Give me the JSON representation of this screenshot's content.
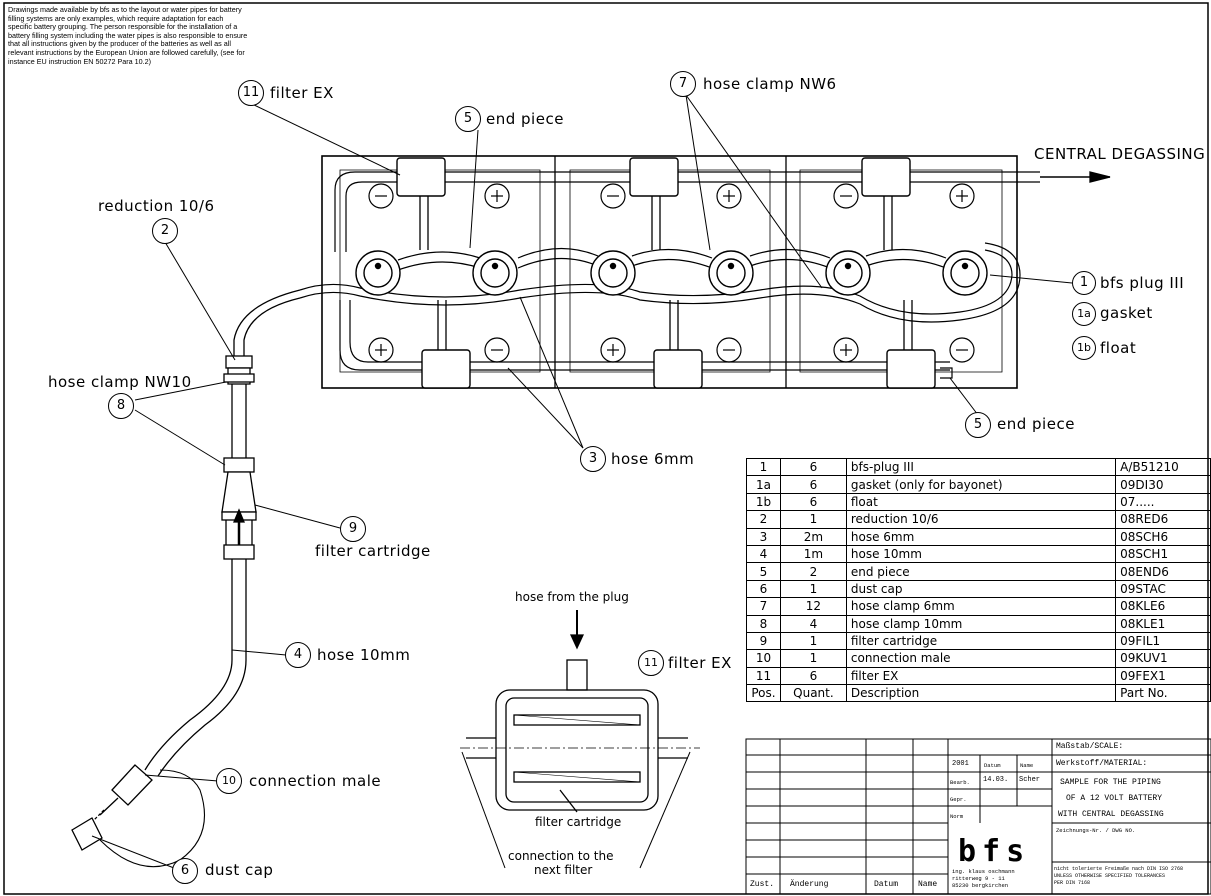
{
  "note": "Drawings made available by bfs as to the layout or water pipes for battery filling systems are only examples, which require adaptation for each specific battery grouping. The person responsible for the installation of a battery filling system including the water pipes is also responsible to ensure that all instructions given by the producer of the batteries as well as all relevant instructions by the European Union are followed carefully, (see for instance EU instruction EN 50272 Para 10.2)",
  "labels": {
    "filter_ex": "filter EX",
    "end_piece_top": "end piece",
    "hose_clamp_nw6": "hose clamp NW6",
    "central_degassing": "CENTRAL DEGASSING",
    "reduction": "reduction 10/6",
    "bfs_plug": "bfs plug III",
    "gasket": "gasket",
    "float": "float",
    "hose_clamp_nw10": "hose clamp NW10",
    "end_piece_bottom": "end piece",
    "hose_6mm": "hose 6mm",
    "filter_cartridge": "filter cartridge",
    "hose_10mm": "hose 10mm",
    "connection_male": "connection male",
    "dust_cap": "dust cap",
    "hose_from_plug": "hose from the plug",
    "filter_ex_detail": "filter EX",
    "filter_cartridge_detail": "filter cartridge",
    "connection_next": "connection to the",
    "next_filter": "next filter"
  },
  "numbers": {
    "n11": "11",
    "n5": "5",
    "n7": "7",
    "n2": "2",
    "n1": "1",
    "n1a": "1a",
    "n1b": "1b",
    "n8": "8",
    "n5b": "5",
    "n3": "3",
    "n9": "9",
    "n4": "4",
    "n10": "10",
    "n6": "6",
    "n11b": "11"
  },
  "parts": [
    {
      "pos": "1",
      "qty": "6",
      "desc": "bfs-plug III",
      "part": "A/B51210"
    },
    {
      "pos": "1a",
      "qty": "6",
      "desc": "gasket (only for bayonet)",
      "part": "09DI30"
    },
    {
      "pos": "1b",
      "qty": "6",
      "desc": "float",
      "part": "07....."
    },
    {
      "pos": "2",
      "qty": "1",
      "desc": "reduction 10/6",
      "part": "08RED6"
    },
    {
      "pos": "3",
      "qty": "2m",
      "desc": "hose 6mm",
      "part": "08SCH6"
    },
    {
      "pos": "4",
      "qty": "1m",
      "desc": "hose 10mm",
      "part": "08SCH1"
    },
    {
      "pos": "5",
      "qty": "2",
      "desc": "end piece",
      "part": "08END6"
    },
    {
      "pos": "6",
      "qty": "1",
      "desc": "dust cap",
      "part": "09STAC"
    },
    {
      "pos": "7",
      "qty": "12",
      "desc": "hose clamp 6mm",
      "part": "08KLE6"
    },
    {
      "pos": "8",
      "qty": "4",
      "desc": "hose clamp 10mm",
      "part": "08KLE1"
    },
    {
      "pos": "9",
      "qty": "1",
      "desc": "filter cartridge",
      "part": "09FIL1"
    },
    {
      "pos": "10",
      "qty": "1",
      "desc": "connection male",
      "part": "09KUV1"
    },
    {
      "pos": "11",
      "qty": "6",
      "desc": "filter EX",
      "part": "09FEX1"
    }
  ],
  "parts_header": {
    "pos": "Pos.",
    "qty": "Quant.",
    "desc": "Description",
    "part": "Part No."
  },
  "titleblock": {
    "scale": "Maßstab/SCALE:",
    "material": "Werkstoff/MATERIAL:",
    "year": "2001",
    "datum": "Datum",
    "name": "Name",
    "bearb": "Bearb.",
    "date": "14.03.",
    "author": "Scher",
    "gepr": "Gepr.",
    "norm": "Norm",
    "title1": "SAMPLE FOR THE PIPING",
    "title2": "OF A 12 VOLT BATTERY",
    "title3": "WITH CENTRAL DEGASSING",
    "drawing_no": "Zeichnungs-Nr. / DWG NO.",
    "logo": "bfs",
    "addr1": "ing. klaus oschmann",
    "addr2": "ritterweg 9 - 11",
    "addr3": "85230 bergkirchen",
    "tol1": "nicht tolerierte Freimaße nach DIN ISO 2768",
    "tol2": "UNLESS OTHERWISE SPECIFIED TOLERANCES",
    "tol3": "PER DIN 7168",
    "zust": "Zust.",
    "aenderung": "Änderung",
    "datum2": "Datum",
    "name2": "Name"
  }
}
